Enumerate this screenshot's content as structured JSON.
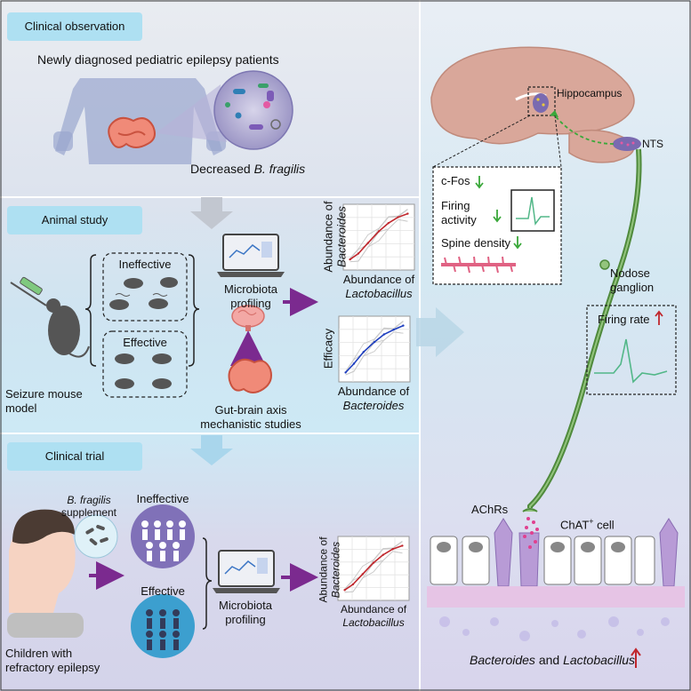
{
  "sections": {
    "clinical_observation": {
      "title": "Clinical observation",
      "patients": "Newly diagnosed pediatric epilepsy patients",
      "finding_prefix": "Decreased ",
      "finding_species": "B. fragilis"
    },
    "animal_study": {
      "title": "Animal study",
      "ineffective": "Ineffective",
      "effective": "Effective",
      "model_line1": "Seizure mouse",
      "model_line2": "model",
      "profiling_line1": "Microbiota",
      "profiling_line2": "profiling",
      "gba_line1": "Gut-brain axis",
      "gba_line2": "mechanistic studies",
      "plot1_ylabel_a": "Abundance of",
      "plot1_ylabel_b": "Bacteroides",
      "plot1_xlabel_a": "Abundance of",
      "plot1_xlabel_b": "Lactobacillus",
      "plot2_ylabel": "Efficacy",
      "plot2_xlabel_a": "Abundance of",
      "plot2_xlabel_b": "Bacteroides"
    },
    "clinical_trial": {
      "title": "Clinical trial",
      "supplement_species": "B. fragilis",
      "supplement_word": "supplement",
      "ineffective": "Ineffective",
      "effective": "Effective",
      "children_line1": "Children with",
      "children_line2": "refractory epilepsy",
      "profiling_line1": "Microbiota",
      "profiling_line2": "profiling",
      "plot_ylabel_a": "Abundance of",
      "plot_ylabel_b": "Bacteroides",
      "plot_xlabel_a": "Abundance of",
      "plot_xlabel_b": "Lactobacillus"
    }
  },
  "mechanism": {
    "hippocampus": "Hippocampus",
    "nts": "NTS",
    "cfos": "c-Fos",
    "firing_activity_line1": "Firing",
    "firing_activity_line2": "activity",
    "spine_density": "Spine density",
    "nodose_line1": "Nodose",
    "nodose_line2": "ganglion",
    "firing_rate": "Firing rate",
    "achrs": "AChRs",
    "chat_prefix": "ChAT",
    "chat_sup": "+",
    "chat_suffix": " cell",
    "bottom_species1": "Bacteroides",
    "bottom_and": " and ",
    "bottom_species2": "Lactobacillus"
  },
  "colors": {
    "tag": "#aee0f2",
    "purple_arrow": "#7b2a8f",
    "up_arrow": "#c0272d",
    "down_arrow": "#3aa83a",
    "nerve": "#4f8a3c",
    "trace": "#52b788"
  },
  "chart_data": [
    {
      "type": "line",
      "title": "",
      "xlabel": "Abundance of Lactobacillus",
      "ylabel": "Abundance of Bacteroides",
      "series": [
        {
          "values": [
            0.12,
            0.22,
            0.4,
            0.6,
            0.74,
            0.84,
            0.9
          ]
        }
      ],
      "x": [
        0.05,
        0.18,
        0.33,
        0.5,
        0.65,
        0.8,
        0.95
      ],
      "grid": true
    },
    {
      "type": "line",
      "title": "",
      "xlabel": "Abundance of Bacteroides",
      "ylabel": "Efficacy",
      "series": [
        {
          "values": [
            0.1,
            0.25,
            0.45,
            0.62,
            0.75,
            0.83,
            0.9
          ]
        }
      ],
      "x": [
        0.05,
        0.18,
        0.33,
        0.5,
        0.65,
        0.8,
        0.95
      ],
      "grid": true
    },
    {
      "type": "line",
      "title": "",
      "xlabel": "Abundance of Lactobacillus",
      "ylabel": "Abundance of Bacteroides",
      "series": [
        {
          "values": [
            0.12,
            0.22,
            0.4,
            0.6,
            0.74,
            0.84,
            0.9
          ]
        }
      ],
      "x": [
        0.05,
        0.18,
        0.33,
        0.5,
        0.65,
        0.8,
        0.95
      ],
      "grid": true
    }
  ]
}
